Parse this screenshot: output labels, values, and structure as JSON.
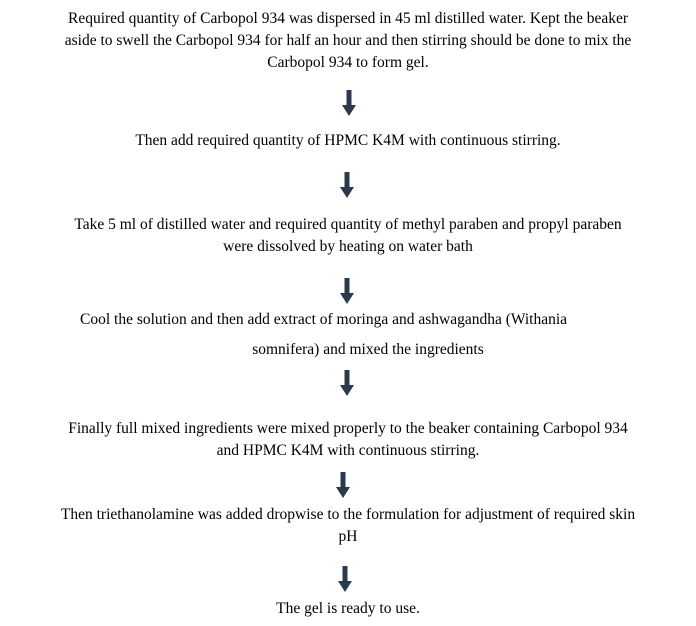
{
  "steps": [
    {
      "lines": [
        "Required quantity of Carbopol 934 was dispersed in 45 ml distilled water. Kept the beaker",
        "aside to swell the Carbopol 934 for half an hour and then stirring should be done to mix the",
        "Carbopol 934 to form gel."
      ]
    },
    {
      "lines": [
        "Then add required quantity of HPMC K4M with continuous stirring."
      ]
    },
    {
      "lines": [
        "Take 5 ml of distilled water and required quantity of methyl paraben and propyl   paraben",
        "were dissolved by heating on water bath"
      ]
    },
    {
      "lines": [
        "Cool the solution and then add extract of moringa and ashwagandha (Withania",
        "somnifera) and mixed the ingredients"
      ]
    },
    {
      "lines": [
        "Finally full mixed ingredients were mixed properly to the beaker containing Carbopol 934",
        "and HPMC K4M with continuous stirring."
      ]
    },
    {
      "lines": [
        "Then triethanolamine was added dropwise to the formulation for adjustment of required skin",
        "pH"
      ]
    },
    {
      "lines": [
        "The gel is ready to use."
      ]
    }
  ],
  "arrow_color": "#2b3a4a",
  "arrow_icon": "down-arrow-icon"
}
